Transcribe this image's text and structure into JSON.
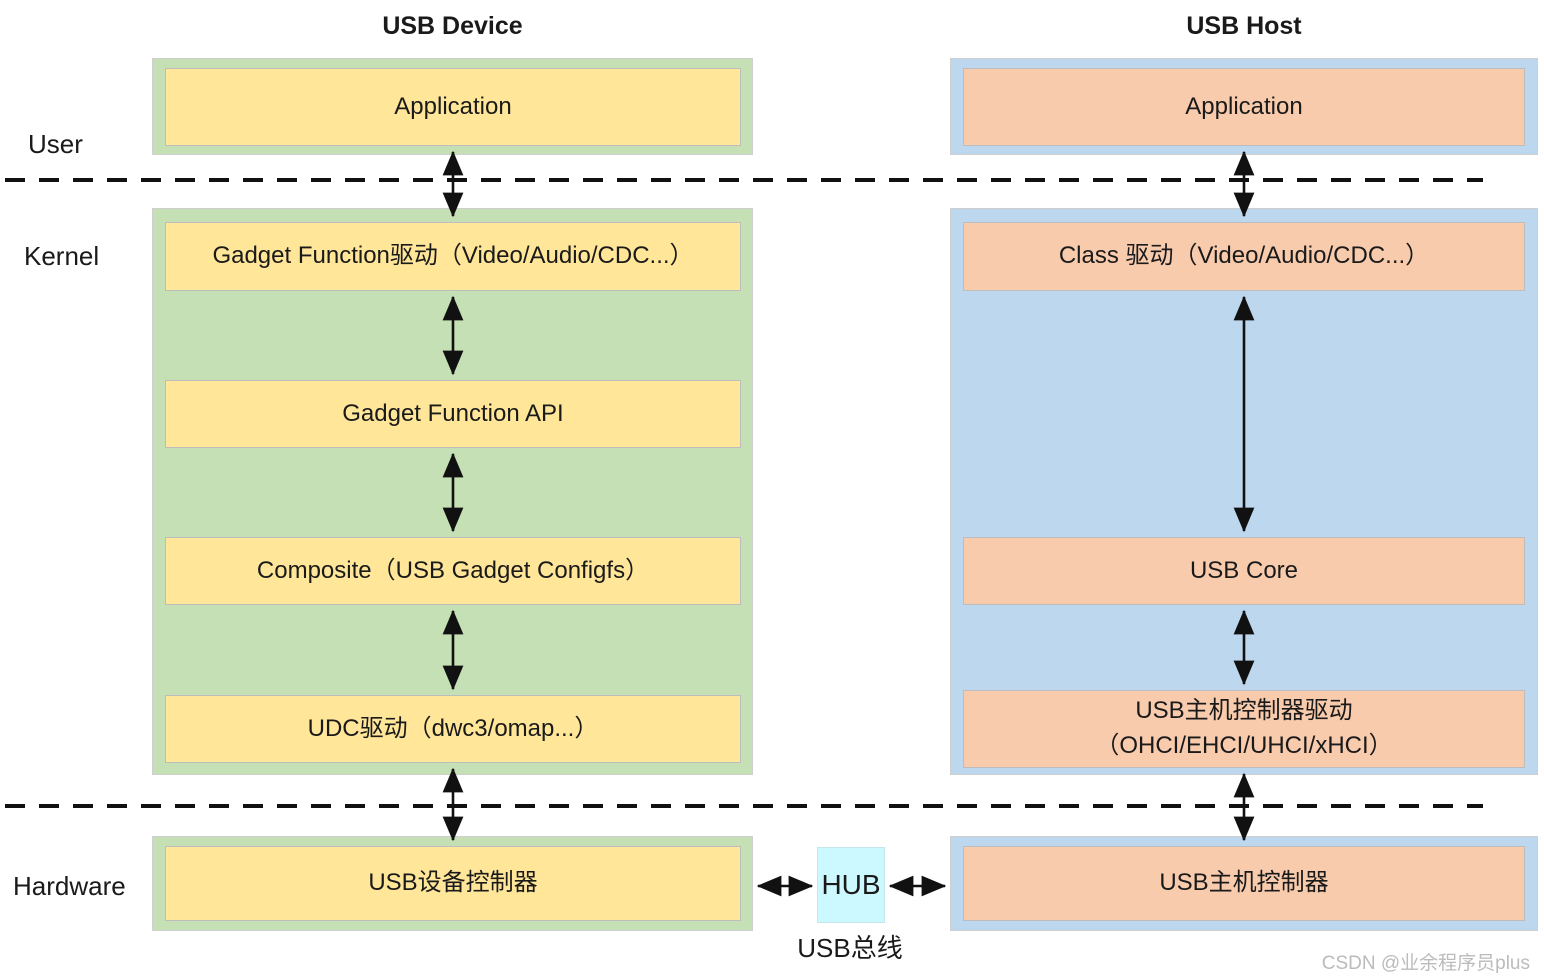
{
  "titles": {
    "device": "USB Device",
    "host": "USB Host"
  },
  "layers": {
    "user": "User",
    "kernel": "Kernel",
    "hardware": "Hardware"
  },
  "device": {
    "application": "Application",
    "gadget_function_driver": "Gadget Function驱动（Video/Audio/CDC...）",
    "gadget_function_api": "Gadget Function API",
    "composite": "Composite（USB Gadget Configfs）",
    "udc_driver": "UDC驱动（dwc3/omap...）",
    "device_controller": "USB设备控制器"
  },
  "host": {
    "application": "Application",
    "class_driver": "Class 驱动（Video/Audio/CDC...）",
    "usb_core": "USB Core",
    "hcd_line1": "USB主机控制器驱动",
    "hcd_line2": "（OHCI/EHCI/UHCI/xHCI）",
    "host_controller": "USB主机控制器"
  },
  "bus": {
    "hub": "HUB",
    "label": "USB总线"
  },
  "watermark": "CSDN @业余程序员plus",
  "colors": {
    "device_container": "#c5e0b4",
    "device_box": "#ffe699",
    "host_container": "#bdd7ee",
    "host_box": "#f8cbad",
    "hub_box": "#ccf8ff",
    "line": "#111111",
    "watermark": "#bbbbbb"
  }
}
